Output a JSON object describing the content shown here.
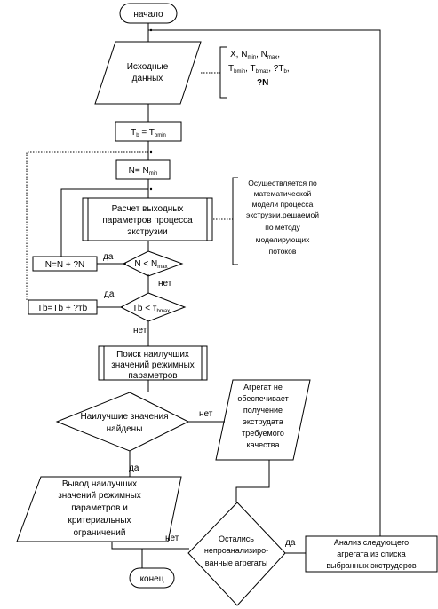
{
  "nodes": {
    "start": "начало",
    "input": [
      "Исходные",
      "данных"
    ],
    "input_note": {
      "line1": [
        "X, N",
        "min",
        ", N",
        "max",
        ","
      ],
      "line2": [
        "T",
        "bmin",
        ", T",
        "bmax",
        ", ?T",
        "b",
        ","
      ],
      "line3": "?N"
    },
    "tb_init": [
      "T",
      "b",
      " = T",
      "bmin"
    ],
    "n_init": [
      "N= N",
      "min"
    ],
    "calc": [
      "Расчет выходных",
      "параметров процесса",
      "экструзии"
    ],
    "calc_note": [
      "Осуществляется по",
      "математической",
      "модели процесса",
      "экструзии,решаемой",
      "по методу",
      "моделирующих",
      "потоков"
    ],
    "n_inc": "N=N + ?N",
    "n_cond": [
      "N < N",
      "max"
    ],
    "tb_inc": "Tb=Tb + ?тb",
    "tb_cond": [
      "Tb < т",
      "bmax"
    ],
    "search": [
      "Поиск наилучших",
      "значений режимных",
      "параметров"
    ],
    "best_found": [
      "Наилучшие значения",
      "найдены"
    ],
    "fail": [
      "Агрегат не",
      "обеспечивает",
      "получение",
      "экструдата",
      "требуемого",
      "качества"
    ],
    "output": [
      "Вывод наилучших",
      "значений режимных",
      "параметров и",
      "критериальных",
      "ограничений"
    ],
    "remaining": [
      "Остались",
      "непроанализиро-",
      "ванные агрегаты"
    ],
    "next": [
      "Анализ следующего",
      "агрегата из списка",
      "выбранных экструдеров"
    ],
    "end": "конец"
  },
  "labels": {
    "yes": "да",
    "no": "нет"
  }
}
